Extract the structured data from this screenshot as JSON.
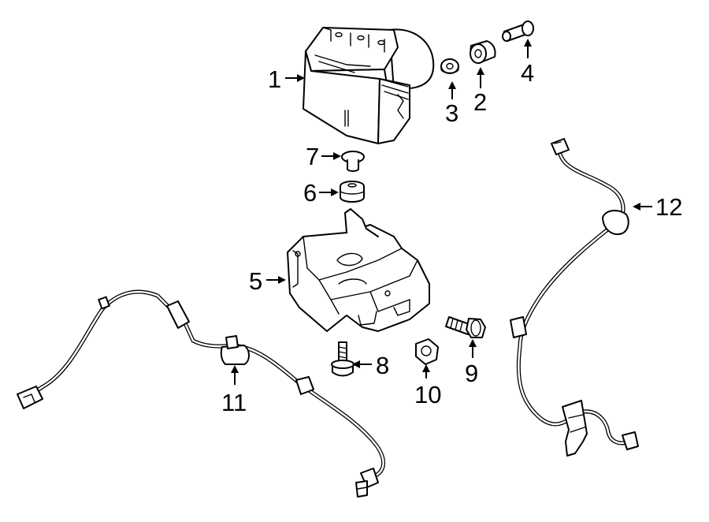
{
  "callouts": [
    {
      "id": 1,
      "label": "1"
    },
    {
      "id": 2,
      "label": "2"
    },
    {
      "id": 3,
      "label": "3"
    },
    {
      "id": 4,
      "label": "4"
    },
    {
      "id": 5,
      "label": "5"
    },
    {
      "id": 6,
      "label": "6"
    },
    {
      "id": 7,
      "label": "7"
    },
    {
      "id": 8,
      "label": "8"
    },
    {
      "id": 9,
      "label": "9"
    },
    {
      "id": 10,
      "label": "10"
    },
    {
      "id": 11,
      "label": "11"
    },
    {
      "id": 12,
      "label": "12"
    }
  ],
  "colors": {
    "ink": "#000000",
    "paper": "#ffffff"
  }
}
